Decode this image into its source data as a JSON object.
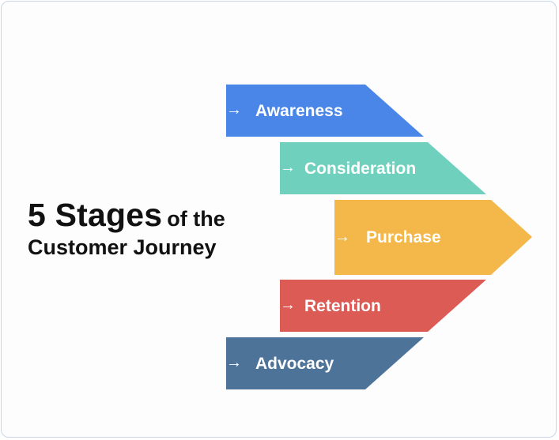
{
  "heading": {
    "big": "5 Stages",
    "small": "of the",
    "line2": "Customer Journey"
  },
  "stages": [
    {
      "label": "Awareness",
      "color": "#4a86e8",
      "icon": "arrow-right-icon"
    },
    {
      "label": "Consideration",
      "color": "#6fd1bd",
      "icon": "arrow-right-icon"
    },
    {
      "label": "Purchase",
      "color": "#f4b84a",
      "icon": "arrow-right-icon"
    },
    {
      "label": "Retention",
      "color": "#dd5b55",
      "icon": "arrow-right-icon"
    },
    {
      "label": "Advocacy",
      "color": "#4d7399",
      "icon": "arrow-right-icon"
    }
  ]
}
